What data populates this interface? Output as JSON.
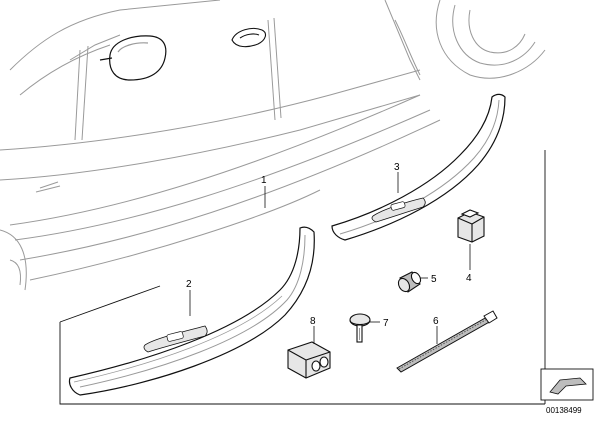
{
  "diagram": {
    "callouts": {
      "c1": "1",
      "c2": "2",
      "c3": "3",
      "c4": "4",
      "c5": "5",
      "c6": "6",
      "c7": "7",
      "c8": "8"
    },
    "reference_number": "00138499",
    "colors": {
      "line": "#111111",
      "light_line": "#9a9a9a",
      "fill_light": "#e6e6e6",
      "fill_mid": "#bdbdbd"
    }
  }
}
